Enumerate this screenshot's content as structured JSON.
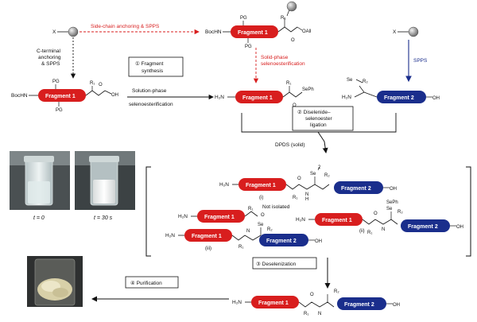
{
  "labels": {
    "side_chain": "Side-chain anchoring & SPPS",
    "c_terminal_1": "C-terminal",
    "c_terminal_2": "anchoring",
    "c_terminal_3": "& SPPS",
    "step1_l1": "① Fragment",
    "step1_l2": "synthesis",
    "solid_phase_1": "Solid-phase",
    "solid_phase_2": "selenoesterification",
    "solution_phase_1": "Solution-phase",
    "solution_phase_2": "selenoesterification",
    "spps": "SPPS",
    "step2_l1": "② Diselenide–",
    "step2_l2": "selenoester",
    "step2_l3": "ligation",
    "dpds": "DPDS (solid)",
    "not_isolated": "Not isolated",
    "step3": "③ Deselenization",
    "step4": "④ Purification",
    "t0": "t = 0",
    "t30": "t = 30 s",
    "roman_i": "(i)",
    "roman_ii": "(ii)",
    "roman_iii": "(iii)"
  },
  "fragments": {
    "f1": "Fragment 1",
    "f2": "Fragment 2"
  },
  "chem": {
    "x": "X",
    "bochn": "BocHN",
    "h2n": "H₂N",
    "pg": "PG",
    "r1": "R₁",
    "r2": "R₂",
    "oall": "OAll",
    "oh": "OH",
    "seph": "SePh",
    "se": "Se",
    "o": "O",
    "h": "H",
    "n": "N",
    "two": "2"
  },
  "colors": {
    "fragment1": "#d81e1e",
    "fragment2": "#1a2e8c",
    "red_arrow": "#d81e1e",
    "blue_arrow": "#1a2e8c"
  }
}
